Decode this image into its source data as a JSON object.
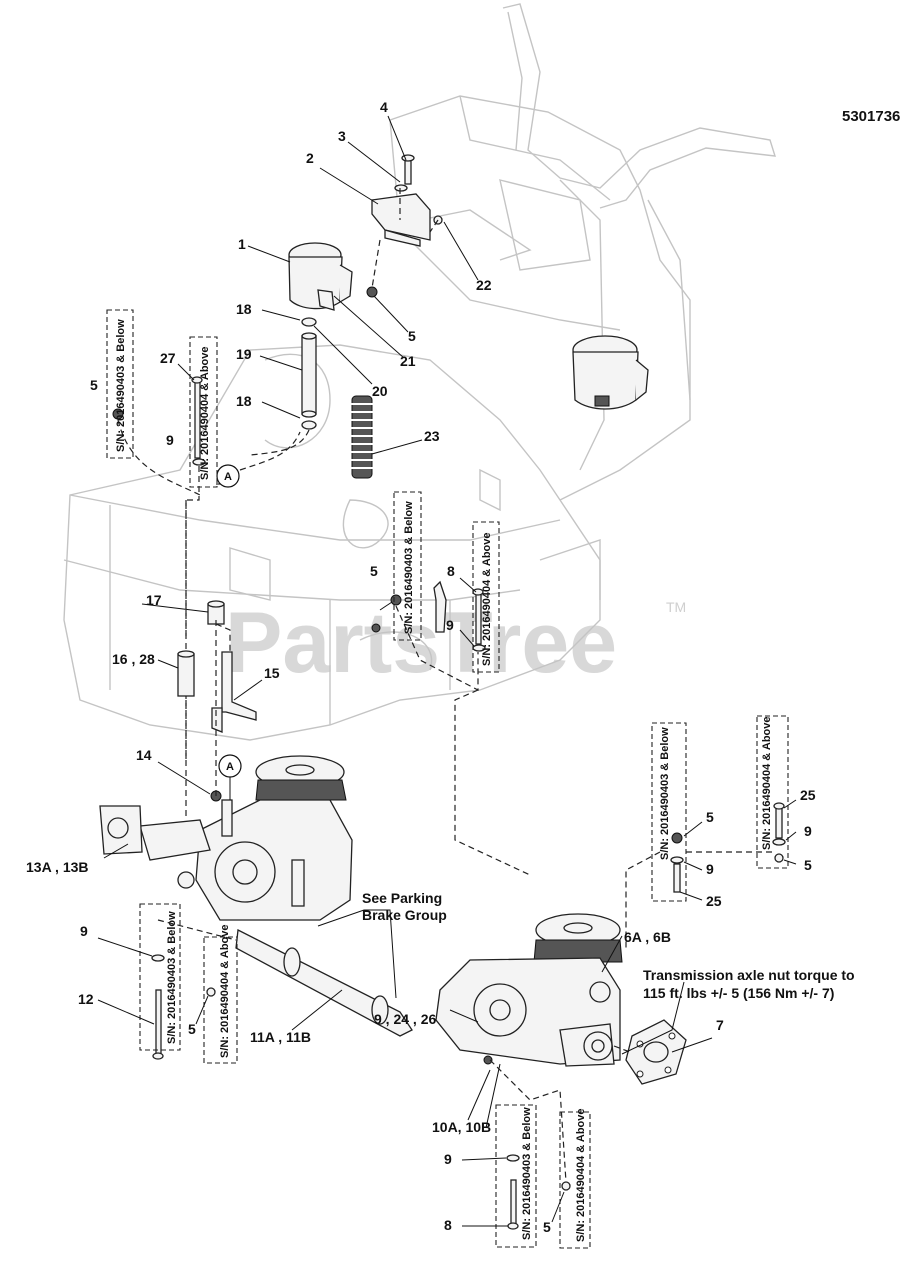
{
  "document_number": "5301736",
  "watermark": {
    "text": "PartsTree",
    "trademark": "TM"
  },
  "callout_ref": "A",
  "part_labels": [
    {
      "id": "1",
      "text": "1"
    },
    {
      "id": "2",
      "text": "2"
    },
    {
      "id": "3",
      "text": "3"
    },
    {
      "id": "4",
      "text": "4"
    },
    {
      "id": "22",
      "text": "22"
    },
    {
      "id": "5a",
      "text": "5"
    },
    {
      "id": "21",
      "text": "21"
    },
    {
      "id": "18a",
      "text": "18"
    },
    {
      "id": "19",
      "text": "19"
    },
    {
      "id": "20",
      "text": "20"
    },
    {
      "id": "18b",
      "text": "18"
    },
    {
      "id": "23",
      "text": "23"
    },
    {
      "id": "27",
      "text": "27"
    },
    {
      "id": "5b",
      "text": "5"
    },
    {
      "id": "9a",
      "text": "9"
    },
    {
      "id": "5c",
      "text": "5"
    },
    {
      "id": "8a",
      "text": "8"
    },
    {
      "id": "9b",
      "text": "9"
    },
    {
      "id": "17",
      "text": "17"
    },
    {
      "id": "16_28",
      "text": "16 , 28"
    },
    {
      "id": "15",
      "text": "15"
    },
    {
      "id": "14",
      "text": "14"
    },
    {
      "id": "13",
      "text": "13A , 13B"
    },
    {
      "id": "9c",
      "text": "9"
    },
    {
      "id": "12",
      "text": "12"
    },
    {
      "id": "5d",
      "text": "5"
    },
    {
      "id": "11",
      "text": "11A , 11B"
    },
    {
      "id": "6",
      "text": "6A , 6B"
    },
    {
      "id": "7",
      "text": "7"
    },
    {
      "id": "9_24_26",
      "text": "9 , 24 , 26"
    },
    {
      "id": "10",
      "text": "10A, 10B"
    },
    {
      "id": "9d",
      "text": "9"
    },
    {
      "id": "8b",
      "text": "8"
    },
    {
      "id": "5e",
      "text": "5"
    },
    {
      "id": "5f",
      "text": "5"
    },
    {
      "id": "9e",
      "text": "9"
    },
    {
      "id": "25a",
      "text": "25"
    },
    {
      "id": "25b",
      "text": "25"
    },
    {
      "id": "9f",
      "text": "9"
    },
    {
      "id": "5g",
      "text": "5"
    }
  ],
  "notes": {
    "parking_brake_line1": "See Parking",
    "parking_brake_line2": "Brake Group",
    "torque_line1": "Transmission axle nut torque to",
    "torque_line2": "115 ft. lbs +/- 5 (156 Nm +/- 7)"
  },
  "serial_boxes": [
    {
      "id": "sn1",
      "text": "S/N: 2016490403 & Below"
    },
    {
      "id": "sn2",
      "text": "S/N: 2016490404 & Above"
    },
    {
      "id": "sn3",
      "text": "S/N: 2016490403 & Below"
    },
    {
      "id": "sn4",
      "text": "S/N: 2016490404 & Above"
    },
    {
      "id": "sn5",
      "text": "S/N: 2016490403 & Below"
    },
    {
      "id": "sn6",
      "text": "S/N: 2016490404 & Above"
    },
    {
      "id": "sn7",
      "text": "S/N: 2016490403 & Below"
    },
    {
      "id": "sn8",
      "text": "S/N: 2016490404 & Above"
    },
    {
      "id": "sn9",
      "text": "S/N: 2016490403 & Below"
    },
    {
      "id": "sn10",
      "text": "S/N: 2016490404 & Above"
    }
  ]
}
